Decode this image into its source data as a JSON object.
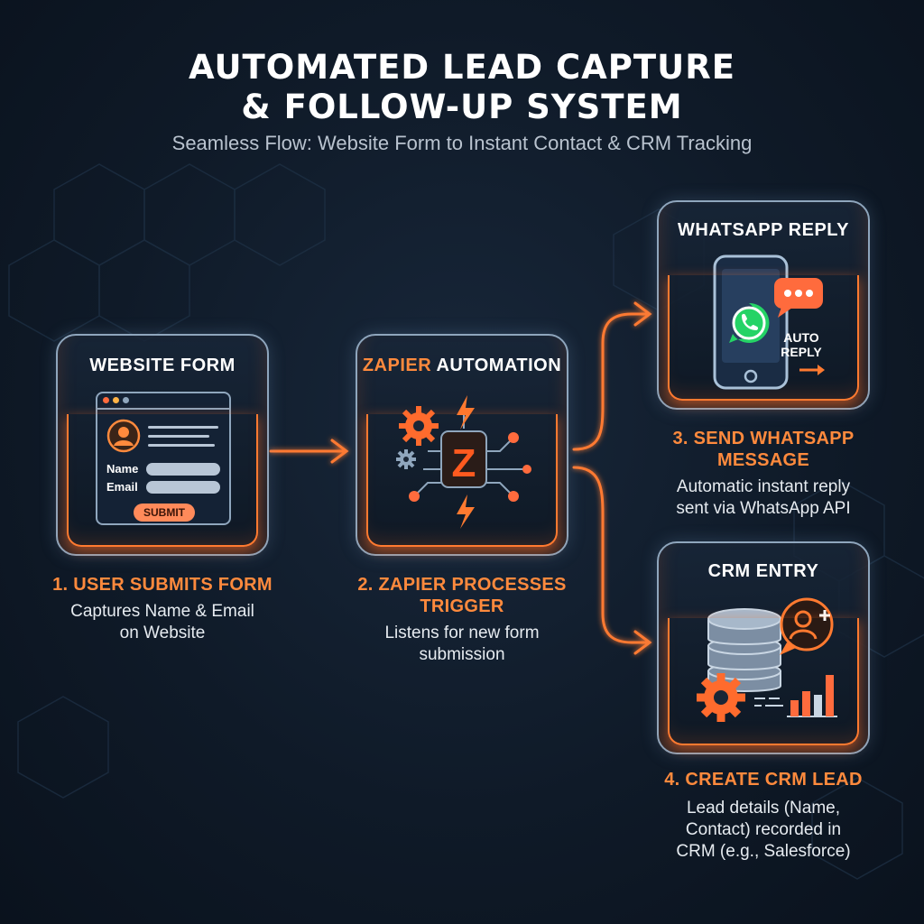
{
  "header": {
    "title_line1": "AUTOMATED LEAD CAPTURE",
    "title_line2": "& FOLLOW-UP SYSTEM",
    "subtitle": "Seamless Flow: Website Form to Instant Contact & CRM Tracking"
  },
  "colors": {
    "background": "#0f1a28",
    "accent_orange": "#ff8a3d",
    "card_border": "#8fa6bd",
    "text_light": "#e6ebf0"
  },
  "nodes": {
    "website_form": {
      "card_title": "WEBSITE FORM",
      "name_label": "Name",
      "email_label": "Email",
      "submit_label": "SUBMIT",
      "step_title": "1. USER SUBMITS FORM",
      "step_desc_line1": "Captures Name & Email",
      "step_desc_line2": "on Website",
      "icons": [
        "browser-window-icon",
        "user-avatar-icon"
      ]
    },
    "zapier": {
      "card_title_accent": "ZAPIER",
      "card_title_rest": " AUTOMATION",
      "center_letter": "Z",
      "step_title_line1": "2. ZAPIER PROCESSES",
      "step_title_line2": "TRIGGER",
      "step_desc_line1": "Listens for new form",
      "step_desc_line2": "submission",
      "icons": [
        "gear-icon",
        "lightning-icon",
        "circuit-node-icon"
      ]
    },
    "whatsapp": {
      "card_title": "WHATSAPP REPLY",
      "auto_line1": "AUTO",
      "auto_line2": "REPLY",
      "step_title_line1": "3. SEND WHATSAPP",
      "step_title_line2": "MESSAGE",
      "step_desc_line1": "Automatic instant reply",
      "step_desc_line2": "sent via WhatsApp API",
      "icons": [
        "smartphone-icon",
        "whatsapp-icon",
        "chat-bubble-icon",
        "arrow-right-icon"
      ]
    },
    "crm": {
      "card_title": "CRM ENTRY",
      "step_title": "4. CREATE CRM LEAD",
      "step_desc_line1": "Lead details (Name,",
      "step_desc_line2": "Contact) recorded in",
      "step_desc_line3": "CRM (e.g., Salesforce)",
      "icons": [
        "database-icon",
        "add-user-icon",
        "gear-icon",
        "bar-chart-icon"
      ]
    }
  },
  "edges": [
    {
      "from": "website_form",
      "to": "zapier"
    },
    {
      "from": "zapier",
      "to": "whatsapp"
    },
    {
      "from": "zapier",
      "to": "crm"
    }
  ]
}
